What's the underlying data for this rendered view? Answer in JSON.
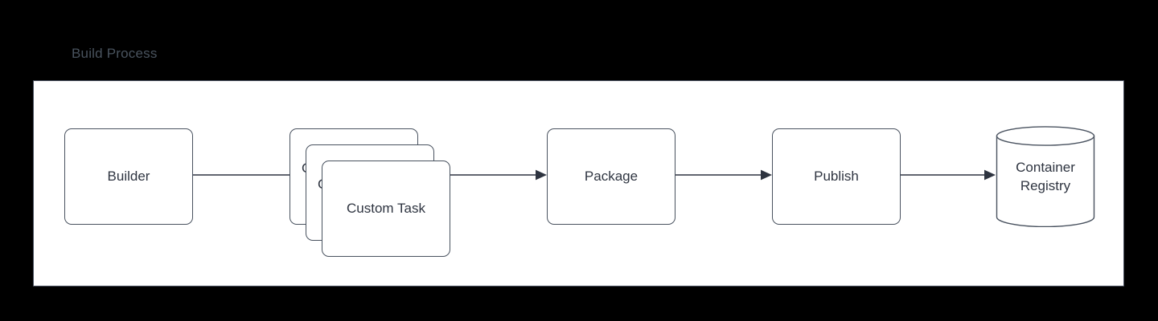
{
  "diagram": {
    "title": "Build Process",
    "title_color": "#49535e",
    "background_color": "#000000",
    "panel_color": "#ffffff",
    "stroke_color": "#49525f",
    "text_color": "#2e3440",
    "nodes": [
      {
        "id": "builder",
        "label": "Builder",
        "shape": "rounded-rect"
      },
      {
        "id": "custom-task-back",
        "label": "Custom Task",
        "shape": "rounded-rect"
      },
      {
        "id": "custom-task-middle",
        "label": "Custom Task",
        "shape": "rounded-rect"
      },
      {
        "id": "custom-task-front",
        "label": "Custom Task",
        "shape": "rounded-rect"
      },
      {
        "id": "package",
        "label": "Package",
        "shape": "rounded-rect"
      },
      {
        "id": "publish",
        "label": "Publish",
        "shape": "rounded-rect"
      },
      {
        "id": "container-registry",
        "label_line1": "Container",
        "label_line2": "Registry",
        "shape": "cylinder"
      }
    ],
    "edges": [
      {
        "id": "edge-builder-to-custom-task",
        "from": "builder",
        "to": "custom-task-back",
        "style": "solid-arrow"
      },
      {
        "id": "edge-custom-task-to-package",
        "from": "custom-task-front",
        "to": "package",
        "style": "solid-arrow"
      },
      {
        "id": "edge-package-to-publish",
        "from": "package",
        "to": "publish",
        "style": "solid-arrow"
      },
      {
        "id": "edge-publish-to-registry",
        "from": "publish",
        "to": "container-registry",
        "style": "solid-arrow"
      }
    ]
  }
}
